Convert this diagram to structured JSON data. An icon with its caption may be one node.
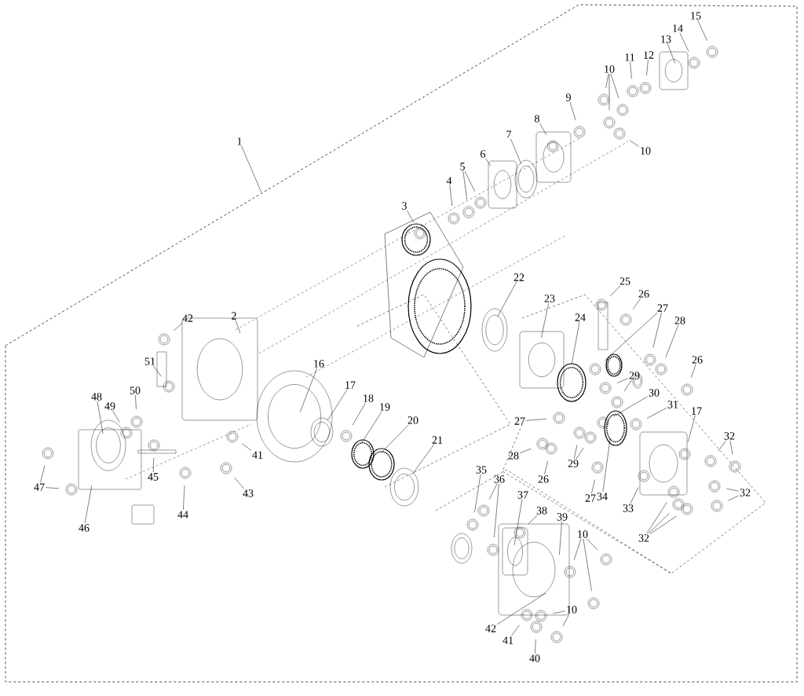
{
  "diagram": {
    "nodes": [
      {
        "text": [
          "15"
        ]
      },
      {
        "text": [
          "14"
        ]
      },
      {
        "text": [
          "13"
        ]
      },
      {
        "text": [
          "12"
        ]
      },
      {
        "text": [
          "11"
        ]
      },
      {
        "text": [
          "10"
        ]
      },
      {
        "text": [
          "9"
        ]
      },
      {
        "text": [
          "8"
        ]
      },
      {
        "text": [
          "1"
        ]
      },
      {
        "text": [
          "7"
        ]
      },
      {
        "text": [
          "10"
        ]
      },
      {
        "text": [
          "6"
        ]
      },
      {
        "text": [
          "5"
        ]
      },
      {
        "text": [
          "4"
        ]
      },
      {
        "text": [
          "3"
        ]
      },
      {
        "text": [
          "22"
        ]
      },
      {
        "text": [
          "25"
        ]
      },
      {
        "text": [
          "26"
        ]
      },
      {
        "text": [
          "23"
        ]
      },
      {
        "text": [
          "27"
        ]
      },
      {
        "text": [
          "2"
        ]
      },
      {
        "text": [
          "42"
        ]
      },
      {
        "text": [
          "24"
        ]
      },
      {
        "text": [
          "28"
        ]
      },
      {
        "text": [
          "26"
        ]
      },
      {
        "text": [
          "51"
        ]
      },
      {
        "text": [
          "16"
        ]
      },
      {
        "text": [
          "29"
        ]
      },
      {
        "text": [
          "17"
        ]
      },
      {
        "text": [
          "30"
        ]
      },
      {
        "text": [
          "50"
        ]
      },
      {
        "text": [
          "48"
        ]
      },
      {
        "text": [
          "18"
        ]
      },
      {
        "text": [
          "49"
        ]
      },
      {
        "text": [
          "31"
        ]
      },
      {
        "text": [
          "19"
        ]
      },
      {
        "text": [
          "17"
        ]
      },
      {
        "text": [
          "20"
        ]
      },
      {
        "text": [
          "27"
        ]
      },
      {
        "text": [
          "32"
        ]
      },
      {
        "text": [
          "21"
        ]
      },
      {
        "text": [
          "28"
        ]
      },
      {
        "text": [
          "41"
        ]
      },
      {
        "text": [
          "29"
        ]
      },
      {
        "text": [
          "35"
        ]
      },
      {
        "text": [
          "26"
        ]
      },
      {
        "text": [
          "45"
        ]
      },
      {
        "text": [
          "36"
        ]
      },
      {
        "text": [
          "47"
        ]
      },
      {
        "text": [
          "43"
        ]
      },
      {
        "text": [
          "27"
        ]
      },
      {
        "text": [
          "32"
        ]
      },
      {
        "text": [
          "34"
        ]
      },
      {
        "text": [
          "37"
        ]
      },
      {
        "text": [
          "33"
        ]
      },
      {
        "text": [
          "38"
        ]
      },
      {
        "text": [
          "44"
        ]
      },
      {
        "text": [
          "39"
        ]
      },
      {
        "text": [
          "46"
        ]
      },
      {
        "text": [
          "10"
        ]
      },
      {
        "text": [
          "32"
        ]
      },
      {
        "text": [
          "10"
        ]
      },
      {
        "text": [
          "42"
        ]
      },
      {
        "text": [
          "41"
        ]
      },
      {
        "text": [
          "40"
        ]
      }
    ],
    "edges": [
      {
        "from": 0,
        "to": null,
        "arrow": "none"
      },
      {
        "from": 1,
        "to": null,
        "arrow": "none"
      },
      {
        "from": 2,
        "to": null,
        "arrow": "none"
      },
      {
        "from": 3,
        "to": null,
        "arrow": "none"
      },
      {
        "from": 4,
        "to": null,
        "arrow": "none"
      },
      {
        "from": 5,
        "to": null,
        "arrow": "none"
      },
      {
        "from": 5,
        "to": null,
        "arrow": "none"
      },
      {
        "from": 5,
        "to": null,
        "arrow": "none"
      },
      {
        "from": 6,
        "to": null,
        "arrow": "none"
      },
      {
        "from": 7,
        "to": null,
        "arrow": "none"
      },
      {
        "from": 8,
        "to": null,
        "arrow": "none"
      },
      {
        "from": 9,
        "to": null,
        "arrow": "none"
      },
      {
        "from": 10,
        "to": null,
        "arrow": "none"
      },
      {
        "from": 11,
        "to": null,
        "arrow": "none"
      },
      {
        "from": 12,
        "to": null,
        "arrow": "none"
      },
      {
        "from": 12,
        "to": null,
        "arrow": "none"
      },
      {
        "from": 13,
        "to": null,
        "arrow": "none"
      },
      {
        "from": 14,
        "to": null,
        "arrow": "none"
      },
      {
        "from": 15,
        "to": null,
        "arrow": "none"
      },
      {
        "from": 16,
        "to": null,
        "arrow": "none"
      },
      {
        "from": 17,
        "to": null,
        "arrow": "none"
      },
      {
        "from": 18,
        "to": null,
        "arrow": "none"
      },
      {
        "from": 19,
        "to": null,
        "arrow": "none"
      },
      {
        "from": 19,
        "to": null,
        "arrow": "none"
      },
      {
        "from": 20,
        "to": null,
        "arrow": "none"
      },
      {
        "from": 21,
        "to": null,
        "arrow": "none"
      },
      {
        "from": 22,
        "to": null,
        "arrow": "none"
      },
      {
        "from": 23,
        "to": null,
        "arrow": "none"
      },
      {
        "from": 24,
        "to": null,
        "arrow": "none"
      },
      {
        "from": 25,
        "to": null,
        "arrow": "none"
      },
      {
        "from": 26,
        "to": null,
        "arrow": "none"
      },
      {
        "from": 27,
        "to": null,
        "arrow": "none"
      },
      {
        "from": 27,
        "to": null,
        "arrow": "none"
      },
      {
        "from": 28,
        "to": null,
        "arrow": "none"
      },
      {
        "from": 29,
        "to": null,
        "arrow": "none"
      },
      {
        "from": 30,
        "to": null,
        "arrow": "none"
      },
      {
        "from": 31,
        "to": null,
        "arrow": "none"
      },
      {
        "from": 32,
        "to": null,
        "arrow": "none"
      },
      {
        "from": 33,
        "to": null,
        "arrow": "none"
      },
      {
        "from": 34,
        "to": null,
        "arrow": "none"
      },
      {
        "from": 35,
        "to": null,
        "arrow": "none"
      },
      {
        "from": 36,
        "to": null,
        "arrow": "none"
      },
      {
        "from": 37,
        "to": null,
        "arrow": "none"
      },
      {
        "from": 38,
        "to": null,
        "arrow": "none"
      },
      {
        "from": 39,
        "to": null,
        "arrow": "none"
      },
      {
        "from": 39,
        "to": null,
        "arrow": "none"
      },
      {
        "from": 40,
        "to": null,
        "arrow": "none"
      },
      {
        "from": 41,
        "to": null,
        "arrow": "none"
      },
      {
        "from": 42,
        "to": null,
        "arrow": "none"
      },
      {
        "from": 43,
        "to": null,
        "arrow": "none"
      },
      {
        "from": 43,
        "to": null,
        "arrow": "none"
      },
      {
        "from": 44,
        "to": null,
        "arrow": "none"
      },
      {
        "from": 45,
        "to": null,
        "arrow": "none"
      },
      {
        "from": 46,
        "to": null,
        "arrow": "none"
      },
      {
        "from": 47,
        "to": null,
        "arrow": "none"
      },
      {
        "from": 47,
        "to": null,
        "arrow": "none"
      },
      {
        "from": 48,
        "to": null,
        "arrow": "none"
      },
      {
        "from": 48,
        "to": null,
        "arrow": "none"
      },
      {
        "from": 49,
        "to": null,
        "arrow": "none"
      },
      {
        "from": 50,
        "to": null,
        "arrow": "none"
      },
      {
        "from": 51,
        "to": null,
        "arrow": "none"
      },
      {
        "from": 51,
        "to": null,
        "arrow": "none"
      },
      {
        "from": 52,
        "to": null,
        "arrow": "none"
      },
      {
        "from": 53,
        "to": null,
        "arrow": "none"
      },
      {
        "from": 54,
        "to": null,
        "arrow": "none"
      },
      {
        "from": 55,
        "to": null,
        "arrow": "none"
      },
      {
        "from": 56,
        "to": null,
        "arrow": "none"
      },
      {
        "from": 57,
        "to": null,
        "arrow": "none"
      },
      {
        "from": 58,
        "to": null,
        "arrow": "none"
      },
      {
        "from": 59,
        "to": null,
        "arrow": "none"
      },
      {
        "from": 59,
        "to": null,
        "arrow": "none"
      },
      {
        "from": 59,
        "to": null,
        "arrow": "none"
      },
      {
        "from": 60,
        "to": null,
        "arrow": "none"
      },
      {
        "from": 60,
        "to": null,
        "arrow": "none"
      },
      {
        "from": 60,
        "to": null,
        "arrow": "none"
      },
      {
        "from": 61,
        "to": null,
        "arrow": "none"
      },
      {
        "from": 61,
        "to": null,
        "arrow": "none"
      },
      {
        "from": 62,
        "to": null,
        "arrow": "none"
      },
      {
        "from": 63,
        "to": null,
        "arrow": "none"
      },
      {
        "from": 64,
        "to": null,
        "arrow": "none"
      }
    ]
  }
}
